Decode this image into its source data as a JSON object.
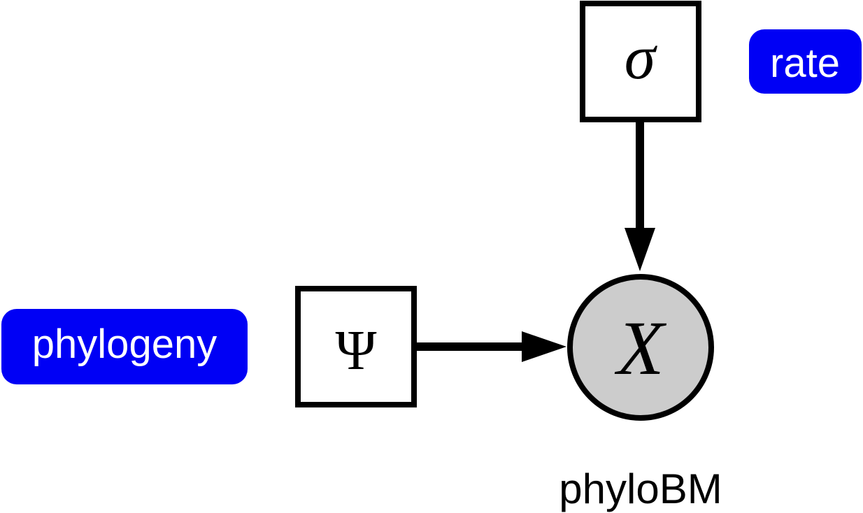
{
  "nodes": {
    "sigma": {
      "symbol": "σ",
      "kind": "constant"
    },
    "psi": {
      "symbol": "Ψ",
      "kind": "constant"
    },
    "x": {
      "symbol": "X",
      "kind": "observed stochastic"
    }
  },
  "labels": {
    "rate": "rate",
    "phylogeny": "phylogeny",
    "distribution": "phyloBM"
  },
  "colors": {
    "tag_background": "#0000f5",
    "tag_text": "#ffffff",
    "observed_fill": "#cccccc",
    "stroke": "#000000"
  },
  "edges": [
    {
      "from": "sigma",
      "to": "x"
    },
    {
      "from": "psi",
      "to": "x"
    }
  ]
}
